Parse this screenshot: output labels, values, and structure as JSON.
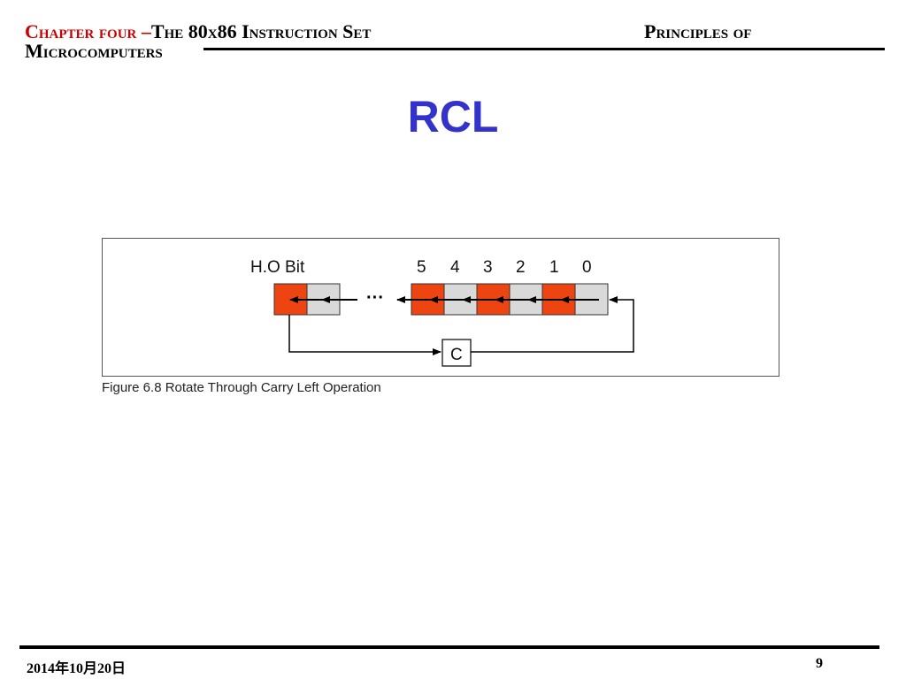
{
  "header": {
    "chapter": "Chapter four –",
    "subject": "The 80x86 Instruction Set",
    "right_title": "Principles of",
    "second_line": "Microcomputers"
  },
  "slide": {
    "title": "RCL"
  },
  "figure": {
    "hob_label": "H.O Bit",
    "bit_labels": [
      "5",
      "4",
      "3",
      "2",
      "1",
      "0"
    ],
    "ellipsis": "···",
    "carry_label": "C",
    "caption": "Figure 6.8 Rotate Through Carry Left Operation",
    "colors": {
      "orange": "#ee4411",
      "gray": "#d9d9d9",
      "line": "#000000"
    }
  },
  "footer": {
    "date": "2014年10月20日",
    "page": "9"
  }
}
